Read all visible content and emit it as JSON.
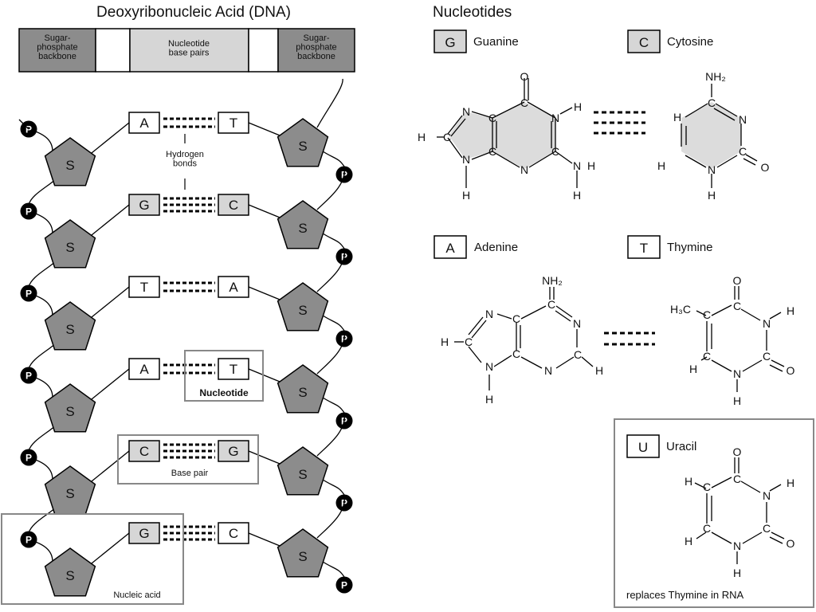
{
  "title": "Deoxyribonucleic Acid (DNA)",
  "nucleotides_title": "Nucleotides",
  "legend": {
    "backbone": "Sugar-\nphosphate\nbackbone",
    "pairs": "Nucleotide\nbase pairs"
  },
  "strand": {
    "phosphate_label": "P",
    "sugar_label": "S",
    "rows": [
      {
        "left": "A",
        "right": "T",
        "left_shade": false,
        "right_shade": false
      },
      {
        "left": "G",
        "right": "C",
        "left_shade": true,
        "right_shade": true
      },
      {
        "left": "T",
        "right": "A",
        "left_shade": false,
        "right_shade": false
      },
      {
        "left": "A",
        "right": "T",
        "left_shade": false,
        "right_shade": false
      },
      {
        "left": "C",
        "right": "G",
        "left_shade": true,
        "right_shade": true
      },
      {
        "left": "G",
        "right": "C",
        "left_shade": true,
        "right_shade": false
      }
    ]
  },
  "callouts": {
    "hydrogen_bonds": "Hydrogen\nbonds",
    "nucleotide": "Nucleotide",
    "base_pair": "Base pair",
    "nucleic_acid": "Nucleic acid"
  },
  "bases": {
    "guanine": {
      "letter": "G",
      "name": "Guanine"
    },
    "cytosine": {
      "letter": "C",
      "name": "Cytosine"
    },
    "adenine": {
      "letter": "A",
      "name": "Adenine"
    },
    "thymine": {
      "letter": "T",
      "name": "Thymine"
    },
    "uracil": {
      "letter": "U",
      "name": "Uracil",
      "note": "replaces Thymine in RNA"
    }
  },
  "atoms": {
    "O": "O",
    "N": "N",
    "C": "C",
    "H": "H",
    "NH2": "NH₂",
    "H3C": "H₃C"
  },
  "colors": {
    "backbone_fill": "#8c8c8c",
    "pair_fill": "#d6d6d6",
    "phosphate": "#000000",
    "ring_fill": "#dcdcdc"
  }
}
